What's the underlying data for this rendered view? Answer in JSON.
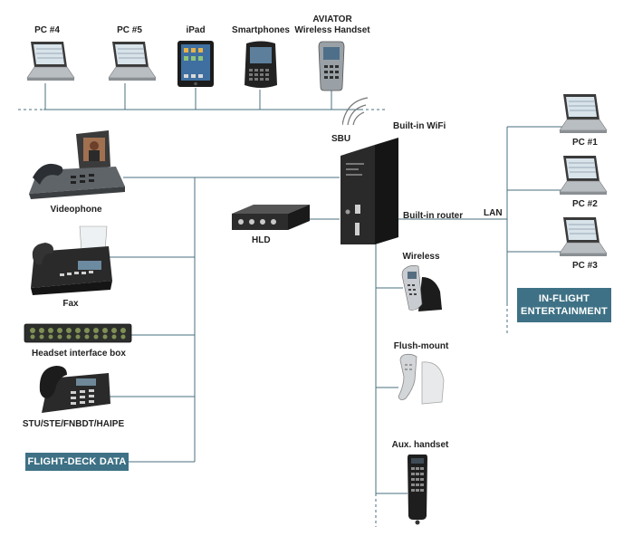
{
  "labels": {
    "pc4": "PC #4",
    "pc5": "PC #5",
    "ipad": "iPad",
    "smartphones": "Smartphones",
    "aviator_line1": "AVIATOR",
    "aviator_line2": "Wireless Handset",
    "builtin_wifi": "Built-in WiFi",
    "sbu": "SBU",
    "hld": "HLD",
    "builtin_router": "Built-in router",
    "lan": "LAN",
    "pc1": "PC #1",
    "pc2": "PC #2",
    "pc3": "PC #3",
    "videophone": "Videophone",
    "fax": "Fax",
    "headset_box": "Headset interface box",
    "stu": "STU/STE/FNBDT/HAIPE",
    "wireless": "Wireless",
    "flush_mount": "Flush-mount",
    "aux_handset": "Aux. handset"
  },
  "banners": {
    "flight_deck": "FLIGHT-DECK DATA",
    "inflight_line1": "IN-FLIGHT",
    "inflight_line2": "ENTERTAINMENT"
  },
  "colors": {
    "wire": "#4a6f7f",
    "banner": "#3e7185",
    "device_dark": "#1f1f1f"
  }
}
